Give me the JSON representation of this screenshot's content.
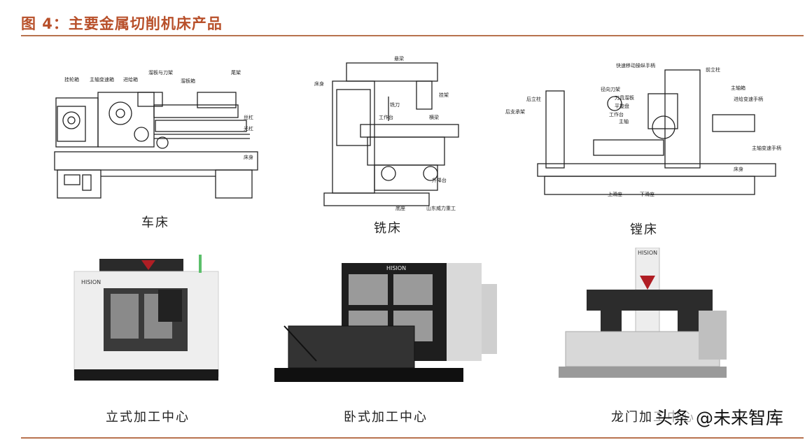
{
  "figure": {
    "title": "图 4：主要金属切削机床产品"
  },
  "panels": [
    {
      "caption": "车床",
      "labels": [
        "挂轮箱",
        "主轴变速箱",
        "进给箱",
        "溜板与刀架",
        "溜板箱",
        "尾架",
        "丝杠",
        "光杠",
        "床身"
      ]
    },
    {
      "caption": "铣床",
      "labels": [
        "悬梁",
        "床身",
        "挂架",
        "铣刀",
        "横梁",
        "工作台",
        "升降台",
        "底座",
        "山东威力重工"
      ]
    },
    {
      "caption": "镗床",
      "labels": [
        "快速移动操纵手柄",
        "前立柱",
        "后立柱",
        "后支承架",
        "主轴箱",
        "径向刀架",
        "刀具溜板",
        "工作台",
        "主轴",
        "床身",
        "上滑座",
        "下滑座",
        "进给变速手柄",
        "平旋盘",
        "主轴变速手柄"
      ]
    },
    {
      "caption": "立式加工中心",
      "labels": [
        "HISION"
      ]
    },
    {
      "caption": "卧式加工中心",
      "labels": [
        "HISION"
      ]
    },
    {
      "caption": "龙门加工中心",
      "labels": [
        "HISION"
      ]
    }
  ],
  "watermark": "头条 @未来智库"
}
